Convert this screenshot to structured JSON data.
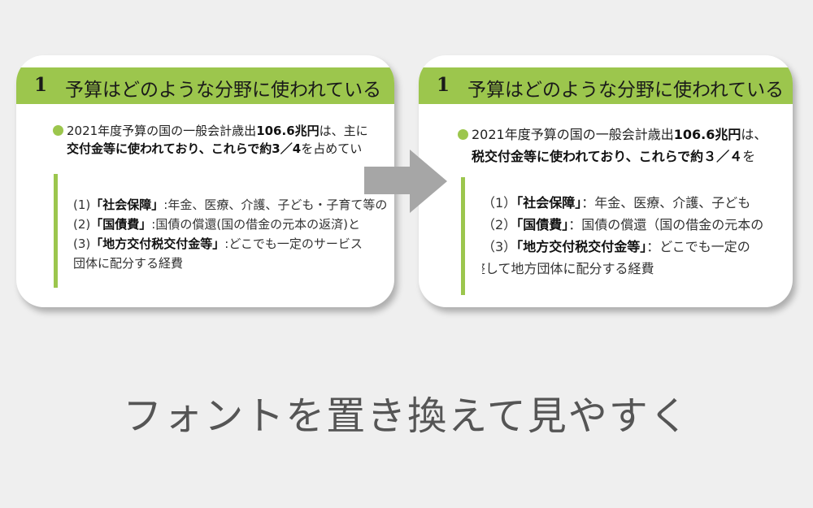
{
  "before": {
    "heading_number": "1",
    "heading_title": "予算はどのような分野に使われている",
    "lead_line1_pre": "2021年度予算の国の一般会計歳出",
    "lead_line1_bold": "106.6兆円",
    "lead_line1_post": "は、主に",
    "lead_line2_bold": "交付金等に使われており、これらで約3／4",
    "lead_line2_post": "を占めてい",
    "items": [
      {
        "num": "(1)",
        "term": "「社会保障」",
        "desc": ":年金、医療、介護、子ども・子育て等の"
      },
      {
        "num": "(2)",
        "term": "「国債費」",
        "desc": ":国債の償還(国の借金の元本の返済)と"
      },
      {
        "num": "(3)",
        "term": "「地方交付税交付金等」",
        "desc": ":どこでも一定のサービス"
      }
    ],
    "item_last_line": "団体に配分する経費"
  },
  "after": {
    "heading_number": "1",
    "heading_title": "予算はどのような分野に使われている",
    "lead_line1_pre": "2021年度予算の国の一般会計歳出",
    "lead_line1_bold": "106.6兆円",
    "lead_line1_post": "は、",
    "lead_line2_bold": "税交付金等に使われており、これらで約３／４",
    "lead_line2_post": "を",
    "items": [
      {
        "num": "（1）",
        "term": "「社会保障」",
        "desc": "：年金、医療、介護、子ども"
      },
      {
        "num": "（2）",
        "term": "「国債費」",
        "desc": "：国債の償還（国の借金の元本の"
      },
      {
        "num": "（3）",
        "term": "「地方交付税交付金等」",
        "desc": "：どこでも一定の"
      }
    ],
    "item_last_line": "整して地方団体に配分する経費"
  },
  "caption": "フォントを置き換えて見やすく",
  "colors": {
    "accent_green": "#9cc64d",
    "arrow_gray": "#a6a6a6",
    "background": "#efefef"
  }
}
